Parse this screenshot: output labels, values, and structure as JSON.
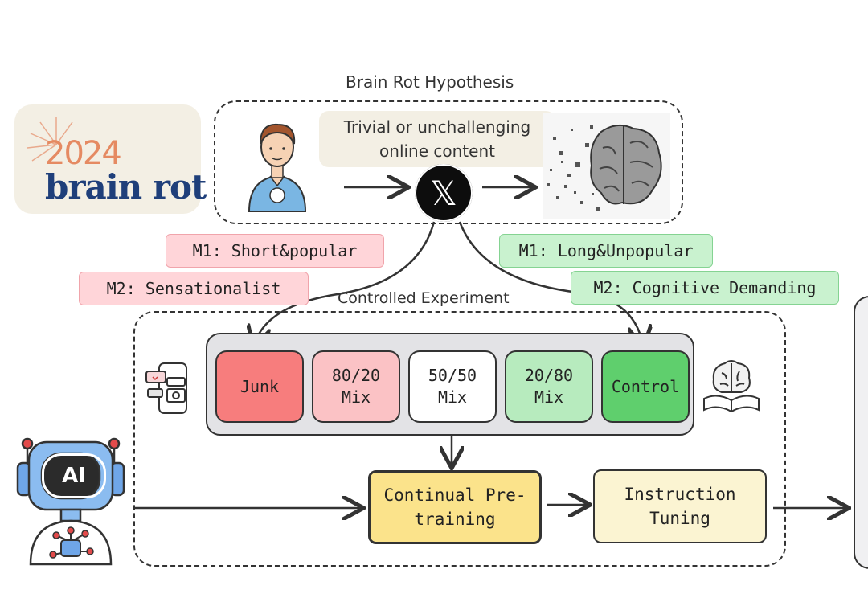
{
  "logo": {
    "year": "2024",
    "word": "brain rot"
  },
  "hypothesis": {
    "title": "Brain Rot Hypothesis",
    "bubble_line1": "Trivial or unchallenging",
    "bubble_line2": "online content",
    "hub_glyph": "𝕏"
  },
  "tags": {
    "m1_junk": "M1: Short&popular",
    "m2_junk": "M2: Sensationalist",
    "m1_control": "M1: Long&Unpopular",
    "m2_control": "M2: Cognitive Demanding"
  },
  "experiment": {
    "title": "Controlled Experiment",
    "mixes": [
      {
        "line1": "Junk",
        "line2": "",
        "color": "#f77d7d"
      },
      {
        "line1": "80/20",
        "line2": "Mix",
        "color": "#fbc2c5"
      },
      {
        "line1": "50/50",
        "line2": "Mix",
        "color": "#ffffff"
      },
      {
        "line1": "20/80",
        "line2": "Mix",
        "color": "#b7ebbe"
      },
      {
        "line1": "Control",
        "line2": "",
        "color": "#5fcf6d"
      }
    ],
    "stage1_line1": "Continual Pre-",
    "stage1_line2": "training",
    "stage2_line1": "Instruction",
    "stage2_line2": "Tuning",
    "robot_label": "AI"
  },
  "icons": [
    "user-avatar-icon",
    "x-logo-icon",
    "dissolving-brain-icon",
    "social-feed-icon",
    "brain-book-icon",
    "ai-robot-icon"
  ],
  "colors": {
    "junk": "#f77d7d",
    "control": "#5fcf6d",
    "pretraining": "#fbe38b",
    "tuning": "#fbf4d2",
    "tag_pink": "#ffd5d9",
    "tag_green": "#c9f2cf"
  }
}
